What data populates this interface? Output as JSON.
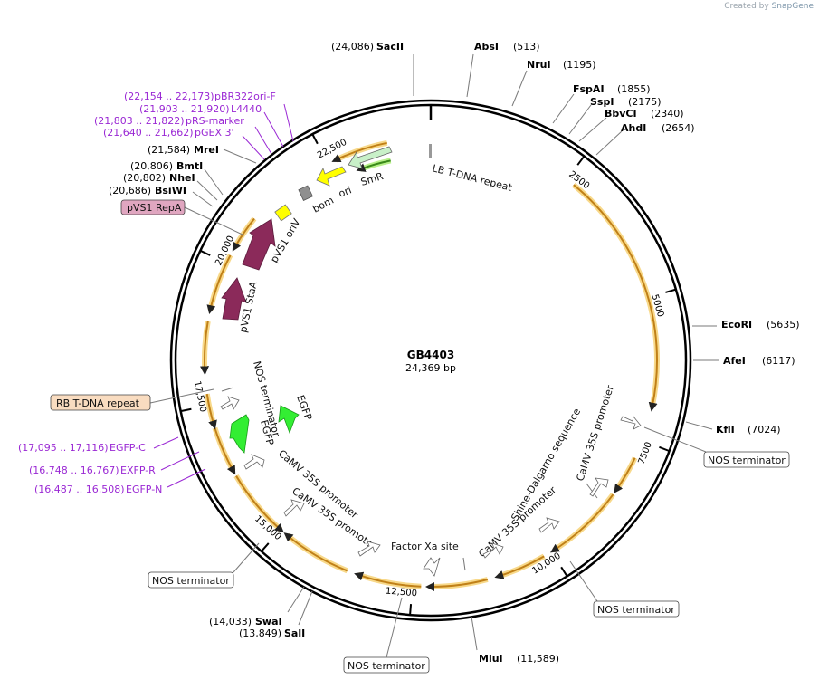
{
  "plasmid": {
    "name": "GB4403",
    "length_label": "24,369 bp",
    "length_bp": 24369
  },
  "credit": {
    "prefix": "Created by",
    "brand": "SnapGene"
  },
  "ticks": [
    {
      "pos": 2500,
      "label": "2500"
    },
    {
      "pos": 5000,
      "label": "5000"
    },
    {
      "pos": 7500,
      "label": "7500"
    },
    {
      "pos": 10000,
      "label": "10,000"
    },
    {
      "pos": 12500,
      "label": "12,500"
    },
    {
      "pos": 15000,
      "label": "15,000"
    },
    {
      "pos": 17500,
      "label": "17,500"
    },
    {
      "pos": 20000,
      "label": "20,000"
    },
    {
      "pos": 22500,
      "label": "22,500"
    }
  ],
  "sites": [
    {
      "name": "SacII",
      "pos_label": "(24,086)",
      "pos": 24086
    },
    {
      "name": "AbsI",
      "pos_label": "(513)",
      "pos": 513
    },
    {
      "name": "NruI",
      "pos_label": "(1195)",
      "pos": 1195
    },
    {
      "name": "FspAI",
      "pos_label": "(1855)",
      "pos": 1855
    },
    {
      "name": "SspI",
      "pos_label": "(2175)",
      "pos": 2175
    },
    {
      "name": "BbvCI",
      "pos_label": "(2340)",
      "pos": 2340
    },
    {
      "name": "AhdI",
      "pos_label": "(2654)",
      "pos": 2654
    },
    {
      "name": "EcoRI",
      "pos_label": "(5635)",
      "pos": 5635
    },
    {
      "name": "AfeI",
      "pos_label": "(6117)",
      "pos": 6117
    },
    {
      "name": "KflI",
      "pos_label": "(7024)",
      "pos": 7024
    },
    {
      "name": "MluI",
      "pos_label": "(11,589)",
      "pos": 11589
    },
    {
      "name": "SalI",
      "pos_label": "(13,849)",
      "pos": 13849
    },
    {
      "name": "SwaI",
      "pos_label": "(14,033)",
      "pos": 14033
    },
    {
      "name": "BsiWI",
      "pos_label": "(20,686)",
      "pos": 20686
    },
    {
      "name": "NheI",
      "pos_label": "(20,802)",
      "pos": 20802
    },
    {
      "name": "BmtI",
      "pos_label": "(20,806)",
      "pos": 20806
    },
    {
      "name": "MreI",
      "pos_label": "(21,584)",
      "pos": 21584
    }
  ],
  "primers": [
    {
      "name": "pBR322ori-F",
      "range": "(22,154 .. 22,173)"
    },
    {
      "name": "L4440",
      "range": "(21,903 .. 21,920)"
    },
    {
      "name": "pRS-marker",
      "range": "(21,803 .. 21,822)"
    },
    {
      "name": "pGEX 3'",
      "range": "(21,640 .. 21,662)"
    },
    {
      "name": "EGFP-C",
      "range": "(17,095 .. 17,116)"
    },
    {
      "name": "EXFP-R",
      "range": "(16,748 .. 16,767)"
    },
    {
      "name": "EGFP-N",
      "range": "(16,487 .. 16,508)"
    }
  ],
  "boxed_labels": [
    {
      "name": "pVS1 RepA",
      "color": "#e0a6c0"
    },
    {
      "name": "RB T-DNA repeat",
      "color": "#f9dcc0"
    },
    {
      "name": "NOS terminator",
      "color": "#ffffff"
    },
    {
      "name": "NOS terminator",
      "color": "#ffffff"
    },
    {
      "name": "NOS terminator",
      "color": "#ffffff"
    },
    {
      "name": "NOS terminator",
      "color": "#ffffff"
    }
  ],
  "features": [
    {
      "name": "LB T-DNA repeat",
      "kind": "repeat"
    },
    {
      "name": "SmR",
      "kind": "marker",
      "color": "#c8f0c8"
    },
    {
      "name": "ori",
      "kind": "origin",
      "color": "#ffff00"
    },
    {
      "name": "bom",
      "kind": "misc",
      "color": "#8f8f8f"
    },
    {
      "name": "pVS1 oriV",
      "kind": "origin",
      "color": "#ffff00"
    },
    {
      "name": "pVS1 StaA",
      "kind": "cds",
      "color": "#8b2a5a"
    },
    {
      "name": "NOS terminator",
      "kind": "terminator"
    },
    {
      "name": "EGFP",
      "kind": "cds",
      "color": "#33ee33"
    },
    {
      "name": "EGFP",
      "kind": "cds",
      "color": "#33ee33"
    },
    {
      "name": "CaMV 35S promoter",
      "kind": "promoter"
    },
    {
      "name": "CaMV 35S promoter",
      "kind": "promoter"
    },
    {
      "name": "Factor Xa site",
      "kind": "site"
    },
    {
      "name": "CaMV 35S promoter",
      "kind": "promoter"
    },
    {
      "name": "Shine-Dalgarno sequence",
      "kind": "site"
    },
    {
      "name": "CaMV 35S promoter",
      "kind": "promoter"
    }
  ],
  "colors": {
    "backbone": "#000000",
    "orf_arrow": "#c08018",
    "orf_glow": "#f8d98a",
    "primer": "#9a28d4",
    "tick": "#000000"
  }
}
